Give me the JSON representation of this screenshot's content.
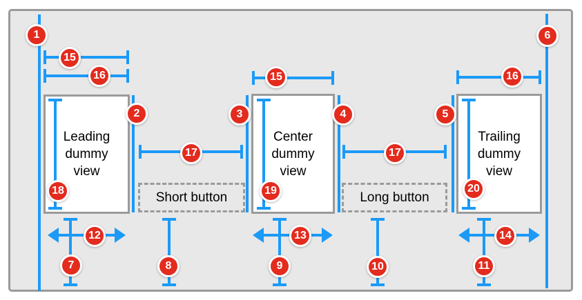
{
  "canvas": {
    "background": "#e8e8e8",
    "border_color": "#9a9a9a"
  },
  "colors": {
    "constraint_blue": "#1b9af7",
    "marker_red": "#e32b1e",
    "marker_text": "#ffffff",
    "view_fill": "#ffffff"
  },
  "views": [
    {
      "id": "leading-dummy-view",
      "label": "Leading\ndummy\nview"
    },
    {
      "id": "center-dummy-view",
      "label": "Center\ndummy\nview"
    },
    {
      "id": "trailing-dummy-view",
      "label": "Trailing\ndummy\nview"
    }
  ],
  "buttons": [
    {
      "id": "short-button",
      "label": "Short button"
    },
    {
      "id": "long-button",
      "label": "Long button"
    }
  ],
  "markers": {
    "m1": "1",
    "m2": "2",
    "m3": "3",
    "m4": "4",
    "m5": "5",
    "m6": "6",
    "m7": "7",
    "m8": "8",
    "m9": "9",
    "m10": "10",
    "m11": "11",
    "m12": "12",
    "m13": "13",
    "m14": "14",
    "m15": "15",
    "m16": "16",
    "m17": "17",
    "m18": "18",
    "m19": "19",
    "m20": "20"
  }
}
